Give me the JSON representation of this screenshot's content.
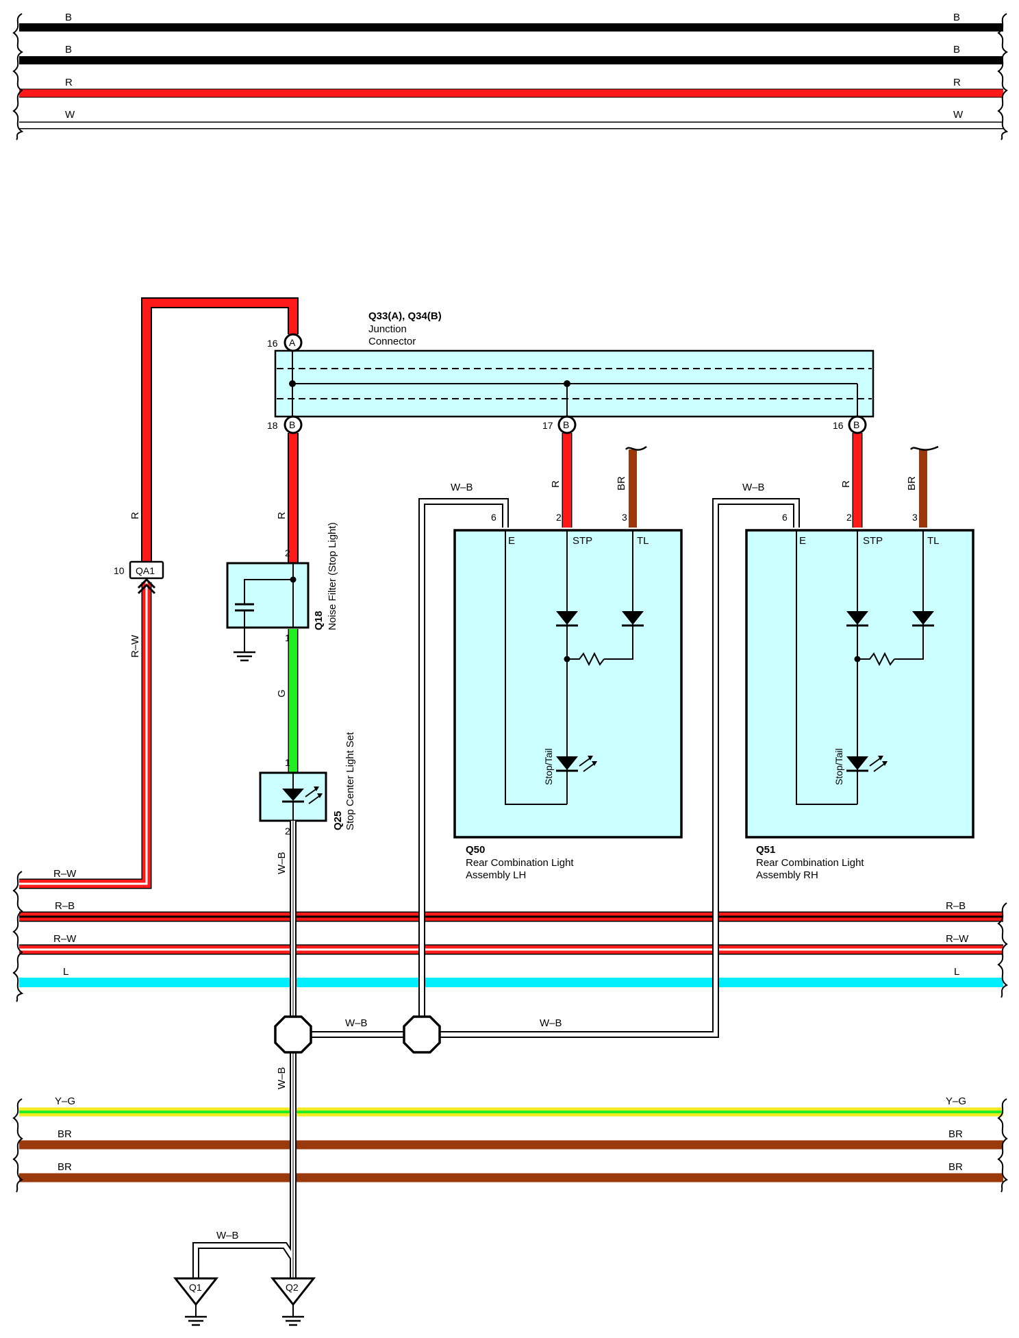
{
  "colors": {
    "B": "#000000",
    "R": "#ff1a1a",
    "W": "#ffffff",
    "G": "#22ee22",
    "L": "#00eeff",
    "Y": "#f2ea22",
    "BR": "#9a3a0c",
    "panel": "#ccffff",
    "outline": "#000000"
  },
  "wire_codes": {
    "B": "B",
    "R": "R",
    "W": "W",
    "RW": "R–W",
    "RB": "R–B",
    "L": "L",
    "YG": "Y–G",
    "BR": "BR",
    "WB": "W–B",
    "G": "G"
  },
  "junction_connector": {
    "name": "Q33(A), Q34(B)",
    "line1": "Junction",
    "line2": "Connector",
    "pin_top": {
      "num": "16",
      "letter": "A"
    },
    "pin_b18": {
      "num": "18",
      "letter": "B"
    },
    "pin_b17": {
      "num": "17",
      "letter": "B"
    },
    "pin_b16": {
      "num": "16",
      "letter": "B"
    }
  },
  "inline_connector": {
    "pin": "10",
    "name": "QA1"
  },
  "noise_filter": {
    "id": "Q18",
    "name": "Noise Filter (Stop Light)",
    "pin_in": "2",
    "pin_out": "1"
  },
  "stop_center": {
    "id": "Q25",
    "name": "Stop Center Light Set",
    "pin_in": "1",
    "pin_out": "2"
  },
  "rear_lh": {
    "id": "Q50",
    "line1": "Rear Combination Light",
    "line2": "Assembly LH",
    "pins": {
      "e": "6",
      "stp": "2",
      "tl": "3"
    },
    "terminals": {
      "e": "E",
      "stp": "STP",
      "tl": "TL"
    },
    "bulb": "Stop/Tail"
  },
  "rear_rh": {
    "id": "Q51",
    "line1": "Rear Combination Light",
    "line2": "Assembly RH",
    "pins": {
      "e": "6",
      "stp": "2",
      "tl": "3"
    },
    "terminals": {
      "e": "E",
      "stp": "STP",
      "tl": "TL"
    },
    "bulb": "Stop/Tail"
  },
  "grounds": {
    "q1": "Q1",
    "q2": "Q2"
  }
}
